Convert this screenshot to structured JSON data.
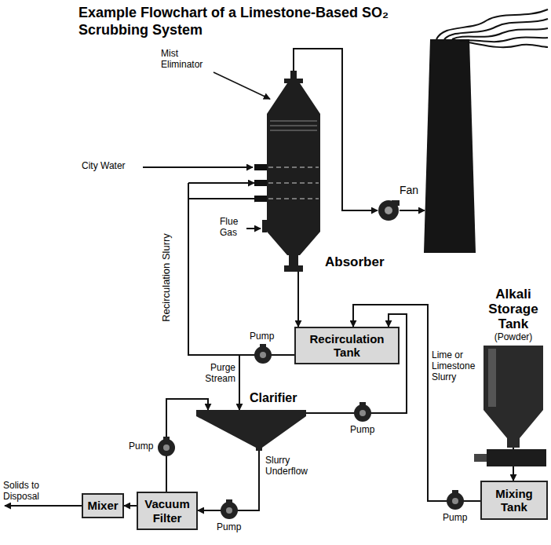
{
  "diagram": {
    "title": "Example Flowchart of a Limestone-Based SO₂ Scrubbing System",
    "nodes": [
      {
        "text": [
          "Absorber"
        ]
      },
      {
        "text": [
          "Fan"
        ]
      },
      {
        "text": [
          "Recirculation Tank"
        ]
      },
      {
        "text": [
          "Alkali Storage Tank",
          "(Powder)"
        ]
      },
      {
        "text": [
          "Clarifier"
        ]
      },
      {
        "text": [
          "Mixing Tank"
        ]
      },
      {
        "text": [
          "Vacuum Filter"
        ]
      },
      {
        "text": [
          "Mixer"
        ]
      }
    ],
    "edges": [
      {
        "from": 0,
        "to": 1,
        "arrow": "to"
      },
      {
        "from": 0,
        "to": 2,
        "arrow": "to"
      },
      {
        "from": 2,
        "to": 0,
        "label": "Recirculation Slurry",
        "arrow": "to"
      },
      {
        "from": 2,
        "to": 4,
        "label": "Purge Stream",
        "arrow": "to"
      },
      {
        "from": 4,
        "to": 2,
        "arrow": "to"
      },
      {
        "from": 6,
        "to": 4,
        "arrow": "to"
      },
      {
        "from": 4,
        "to": 6,
        "label": "Slurry Underflow",
        "arrow": "to"
      },
      {
        "from": 6,
        "to": 7,
        "arrow": "to"
      },
      {
        "from": 3,
        "to": 5,
        "arrow": "to"
      },
      {
        "from": 5,
        "to": 2,
        "label": "Lime or Limestone Slurry",
        "arrow": "to"
      }
    ],
    "labels": [
      "Mist Eliminator",
      "City Water",
      "Flue Gas",
      "Pump",
      "Pump",
      "Pump",
      "Solids to Disposal",
      "Pump",
      "Pump"
    ]
  }
}
